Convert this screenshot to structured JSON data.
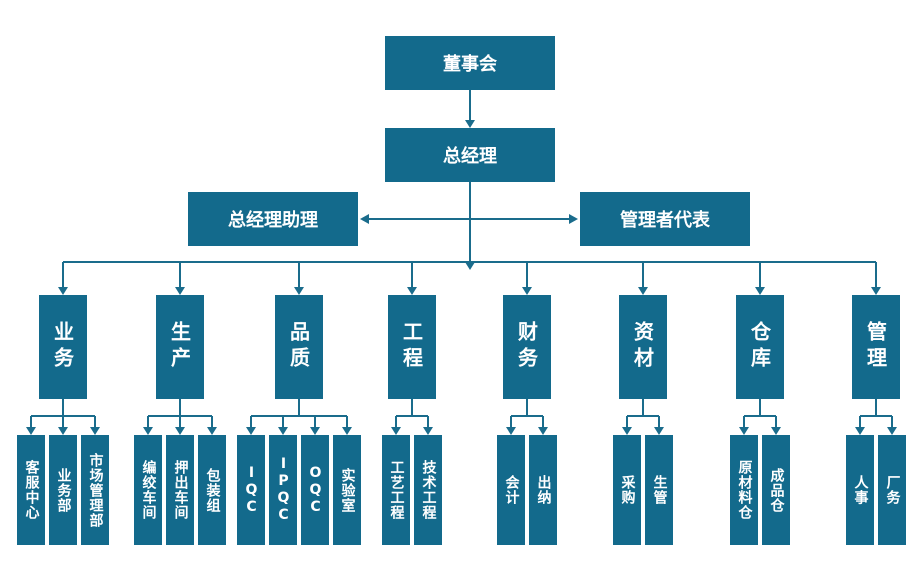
{
  "colors": {
    "box": "#136a8c",
    "line": "#1a6c8c",
    "text": "#ffffff"
  },
  "board": "董事会",
  "gm": "总经理",
  "assistant": "总经理助理",
  "rep": "管理者代表",
  "departments": [
    {
      "name": "业务",
      "children": [
        "客服中心",
        "业务部",
        "市场管理部"
      ]
    },
    {
      "name": "生产",
      "children": [
        "编绞车间",
        "押出车间",
        "包装组"
      ]
    },
    {
      "name": "品质",
      "children": [
        "IQC",
        "IPQC",
        "OQC",
        "实验室"
      ]
    },
    {
      "name": "工程",
      "children": [
        "工艺工程",
        "技术工程"
      ]
    },
    {
      "name": "财务",
      "children": [
        "会计",
        "出纳"
      ]
    },
    {
      "name": "资材",
      "children": [
        "采购",
        "生管"
      ]
    },
    {
      "name": "仓库",
      "children": [
        "原材料仓",
        "成品仓"
      ]
    },
    {
      "name": "管理",
      "children": [
        "人事",
        "厂务"
      ]
    }
  ]
}
